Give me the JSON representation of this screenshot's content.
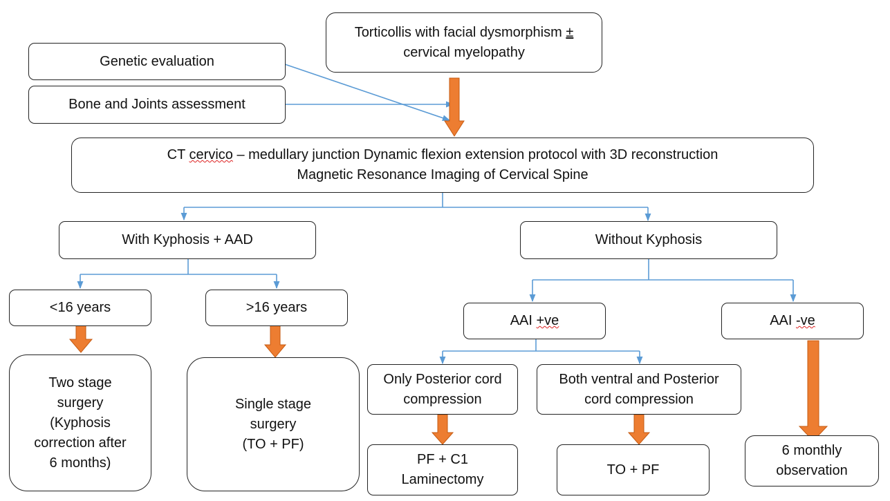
{
  "nodes": {
    "top": {
      "line1": "Torticollis with facial dysmorphism",
      "pm": "±",
      "line2": "cervical myelopathy"
    },
    "genetic": {
      "label": "Genetic evaluation"
    },
    "bone": {
      "label": "Bone and Joints assessment"
    },
    "ct": {
      "l1_word": "CT",
      "l1_cervico": "cervico",
      "l1_rest": "– medullary junction Dynamic flexion extension protocol with 3D reconstruction",
      "line2": "Magnetic Resonance Imaging of Cervical Spine"
    },
    "with_kyphosis": {
      "label": "With Kyphosis + AAD"
    },
    "without_kyphosis": {
      "label": "Without Kyphosis"
    },
    "under16": {
      "label": "<16 years"
    },
    "over16": {
      "label": ">16 years"
    },
    "aai_pos": {
      "prefix": "AAI",
      "suffix": "+ve"
    },
    "aai_neg": {
      "prefix": "AAI",
      "suffix": "-ve"
    },
    "two_stage": {
      "lines": [
        "Two stage",
        "surgery",
        "(Kyphosis",
        "correction after",
        "6 months)"
      ]
    },
    "single_stage": {
      "lines": [
        "Single stage",
        "surgery",
        "(TO + PF)"
      ]
    },
    "only_posterior": {
      "lines": [
        "Only Posterior cord",
        "compression"
      ]
    },
    "both_ventral": {
      "lines": [
        "Both ventral and Posterior",
        "cord compression"
      ]
    },
    "pf_c1": {
      "lines": [
        "PF + C1",
        "Laminectomy"
      ]
    },
    "to_pf": {
      "label": "TO + PF"
    },
    "six_monthly": {
      "lines": [
        "6 monthly",
        "observation"
      ]
    }
  },
  "colors": {
    "connector": "#5b9bd5",
    "arrow": "#ed7d31",
    "border": "#222222"
  }
}
